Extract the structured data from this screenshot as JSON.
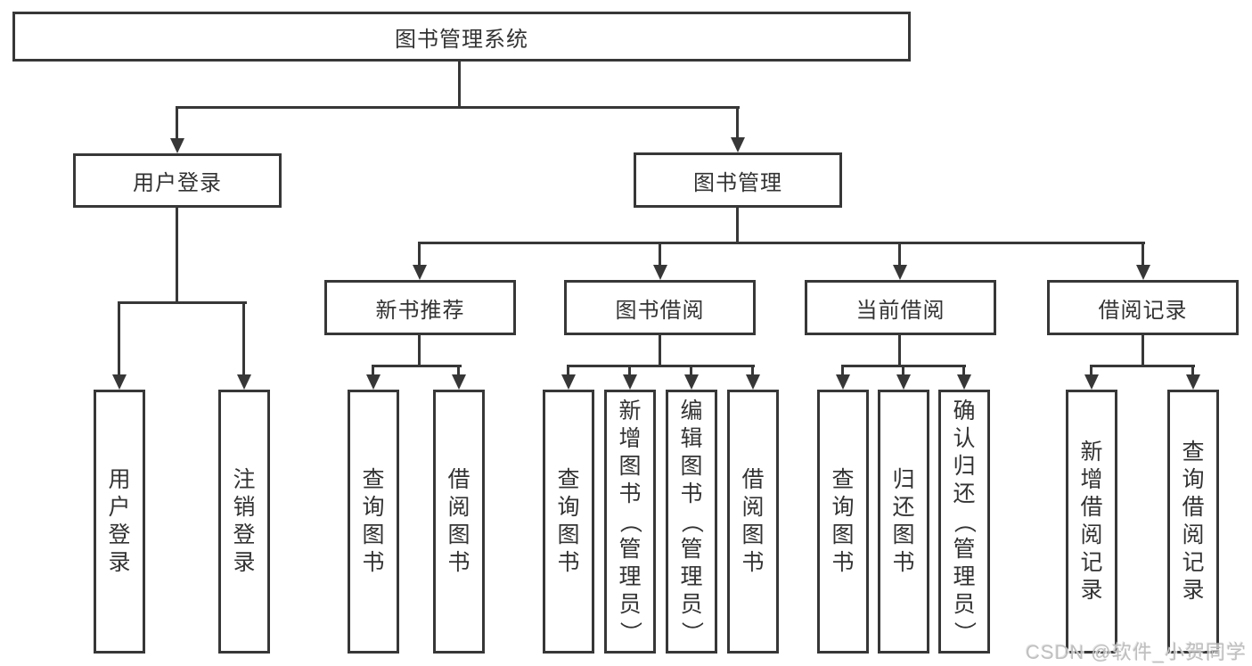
{
  "diagram": {
    "title": "图书管理系统",
    "root": {
      "label": "图书管理系统"
    },
    "branches": [
      {
        "label": "用户登录",
        "children": [
          {
            "label": "用户登录"
          },
          {
            "label": "注销登录"
          }
        ]
      },
      {
        "label": "图书管理",
        "children": [
          {
            "label": "新书推荐",
            "children": [
              {
                "label": "查询图书"
              },
              {
                "label": "借阅图书"
              }
            ]
          },
          {
            "label": "图书借阅",
            "children": [
              {
                "label": "查询图书"
              },
              {
                "label": "新增图书（管理员）"
              },
              {
                "label": "编辑图书（管理员）"
              },
              {
                "label": "借阅图书"
              }
            ]
          },
          {
            "label": "当前借阅",
            "children": [
              {
                "label": "查询图书"
              },
              {
                "label": "归还图书"
              },
              {
                "label": "确认归还（管理员）"
              }
            ]
          },
          {
            "label": "借阅记录",
            "children": [
              {
                "label": "新增借阅记录"
              },
              {
                "label": "查询借阅记录"
              }
            ]
          }
        ]
      }
    ]
  },
  "watermark": {
    "text": "CSDN @软件_小贺同学"
  },
  "colors": {
    "line": "#373737",
    "text": "#333333",
    "background": "#ffffff",
    "watermark": "#bfbfbf"
  }
}
